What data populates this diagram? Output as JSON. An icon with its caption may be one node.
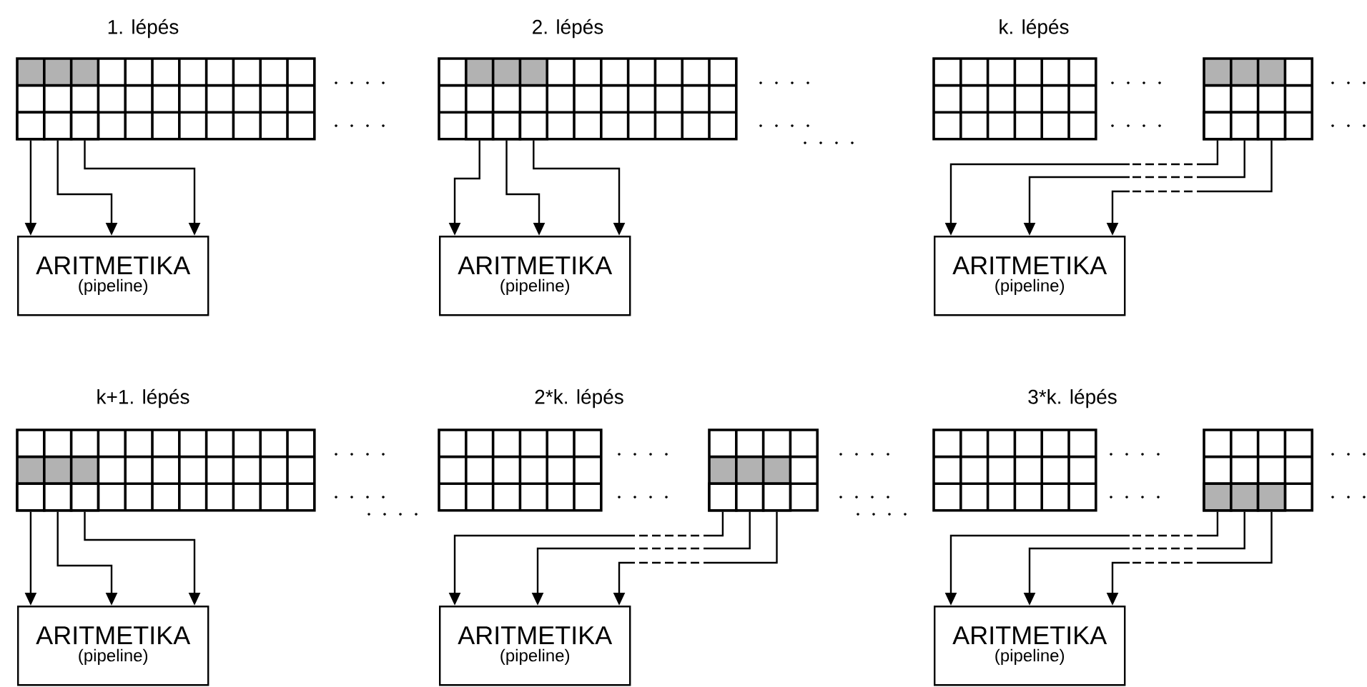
{
  "diagram": {
    "nodes": [
      {
        "text": [],
        "shape": "box"
      },
      {
        "text": [],
        "shape": "box"
      },
      {
        "text": [],
        "shape": "box"
      },
      {
        "text": [
          "ARITMETIKA",
          "(pipeline)"
        ]
      },
      {
        "text": [],
        "shape": "box"
      },
      {
        "text": [],
        "shape": "box"
      },
      {
        "text": [],
        "shape": "box"
      },
      {
        "text": [
          "ARITMETIKA",
          "(pipeline)"
        ]
      },
      {
        "text": [],
        "shape": "box"
      },
      {
        "text": [],
        "shape": "box"
      },
      {
        "text": [],
        "shape": "box"
      },
      {
        "text": [
          "ARITMETIKA",
          "(pipeline)"
        ]
      },
      {
        "text": [],
        "shape": "box"
      },
      {
        "text": [],
        "shape": "box"
      },
      {
        "text": [],
        "shape": "box"
      },
      {
        "text": [
          "ARITMETIKA",
          "(pipeline)"
        ]
      },
      {
        "text": [],
        "shape": "box"
      },
      {
        "text": [],
        "shape": "box"
      },
      {
        "text": [],
        "shape": "box"
      },
      {
        "text": [
          "ARITMETIKA",
          "(pipeline)"
        ]
      },
      {
        "text": [],
        "shape": "box"
      },
      {
        "text": [],
        "shape": "box"
      },
      {
        "text": [],
        "shape": "box"
      },
      {
        "text": [
          "ARITMETIKA",
          "(pipeline)"
        ]
      }
    ],
    "edges": [
      {
        "from": 0,
        "to": 3,
        "arrow": "to"
      },
      {
        "from": 1,
        "to": 3,
        "arrow": "to"
      },
      {
        "from": 2,
        "to": 3,
        "arrow": "to"
      },
      {
        "from": 4,
        "to": 7,
        "arrow": "to"
      },
      {
        "from": 5,
        "to": 7,
        "arrow": "to"
      },
      {
        "from": 6,
        "to": 7,
        "arrow": "to"
      },
      {
        "from": 8,
        "to": 11,
        "arrow": "to"
      },
      {
        "from": 9,
        "to": 11,
        "arrow": "to"
      },
      {
        "from": 10,
        "to": 11,
        "arrow": "to"
      },
      {
        "from": 12,
        "to": 15,
        "arrow": "to"
      },
      {
        "from": 13,
        "to": 15,
        "arrow": "to"
      },
      {
        "from": 14,
        "to": 15,
        "arrow": "to"
      },
      {
        "from": 16,
        "to": 19,
        "arrow": "to"
      },
      {
        "from": 17,
        "to": 19,
        "arrow": "to"
      },
      {
        "from": 18,
        "to": 19,
        "arrow": "to"
      },
      {
        "from": 20,
        "to": 23,
        "arrow": "to"
      },
      {
        "from": 21,
        "to": 23,
        "arrow": "to"
      },
      {
        "from": 22,
        "to": 23,
        "arrow": "to"
      }
    ],
    "labels": [
      "1. lépés",
      "2. lépés",
      "k. lépés",
      "k+1. lépés",
      "2*k. lépés",
      "3*k. lépés"
    ]
  }
}
